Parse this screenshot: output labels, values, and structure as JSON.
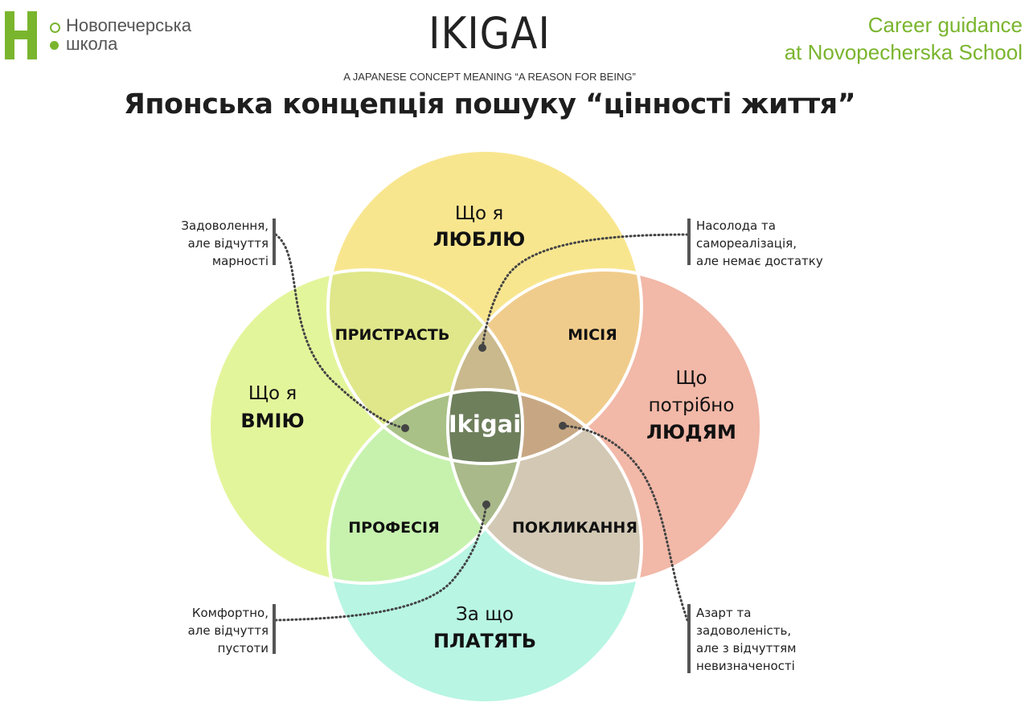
{
  "header": {
    "logo_text_line1": "Новопечерська",
    "logo_text_line2": "школа",
    "career_line1": "Career guidance",
    "career_line2": "at Novopecherska School",
    "title": "IKIGAI",
    "subtitle": "A JAPANESE CONCEPT MEANING “A REASON FOR BEING”",
    "heading": "Японська концепція пошуку “цінності життя”"
  },
  "circles": {
    "love": {
      "line1": "Що я",
      "line2": "ЛЮБЛЮ",
      "color": "#f8e68f"
    },
    "skill": {
      "line1": "Що я",
      "line2": "ВМІЮ",
      "color": "#e3f59b"
    },
    "need": {
      "line1": "Що",
      "line2": "потрібно",
      "line3": "ЛЮДЯМ",
      "color": "#f2b8a8"
    },
    "paid": {
      "line1": "За що",
      "line2": "ПЛАТЯТЬ",
      "color": "#b8f5e3"
    }
  },
  "intersections": {
    "passion": "ПРИСТРАСТЬ",
    "mission": "МІСІЯ",
    "profession": "ПРОФЕСІЯ",
    "vocation": "ПОКЛИКАННЯ",
    "center": "Ikigai",
    "center_color": "#6e7f5c"
  },
  "notes": {
    "top_left": [
      "Задоволення,",
      "але відчуття",
      "марності"
    ],
    "top_right": [
      "Насолода та",
      "самореалізація,",
      "але немає достатку"
    ],
    "bottom_left": [
      "Комфортно,",
      "але відчуття",
      "пустоти"
    ],
    "bottom_right": [
      "Азарт та",
      "задоволеність,",
      "але з відчуттям",
      "невизначеності"
    ]
  },
  "colors": {
    "brand_green": "#7ab52e",
    "logo_gray": "#555555"
  }
}
